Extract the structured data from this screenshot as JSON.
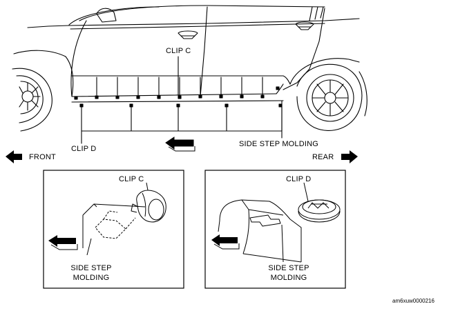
{
  "labels": {
    "clip_c": "CLIP C",
    "clip_d": "CLIP D",
    "side_step_molding": "SIDE STEP MOLDING",
    "front": "FRONT",
    "rear": "REAR"
  },
  "detail_left": {
    "clip_label": "CLIP C",
    "molding_line1": "SIDE STEP",
    "molding_line2": "MOLDING"
  },
  "detail_right": {
    "clip_label": "CLIP D",
    "molding_line1": "SIDE STEP",
    "molding_line2": "MOLDING"
  },
  "figure_code": "am6xuw0000216",
  "colors": {
    "line": "#000000",
    "background": "#ffffff"
  }
}
